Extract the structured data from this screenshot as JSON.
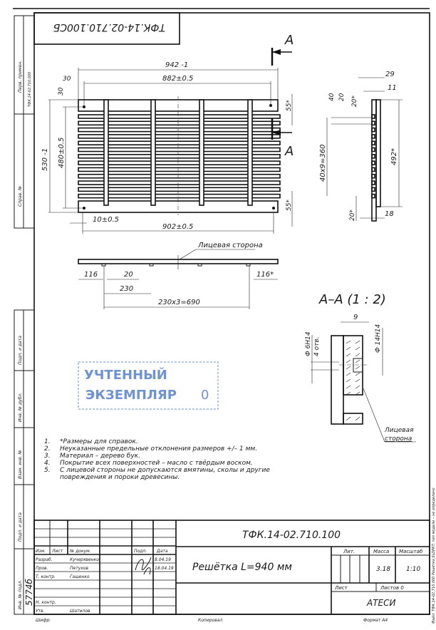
{
  "header_label": "ТФК.14-02.710.100СБ",
  "left_strip": {
    "perv_primen": "Перв. примен.",
    "perv_primen_value": "ТФК.14-02.710.000",
    "sprav_no": "Справ. №",
    "podp_data_1": "Подп. и дата",
    "inv_dubl": "Инв. № дубл.",
    "vzam_inv": "Взам. инв. №",
    "podp_data_2": "Подп. и дата",
    "inv_podl": "Инв. № подл.",
    "inv_podl_value": "5774б"
  },
  "views": {
    "section_mark": "А",
    "top": {
      "dim_overall_width": "942 -1",
      "dim_hole_span": "882±0.5",
      "dim_offset_x": "30",
      "dim_offset_y": "30",
      "dim_overall_height": "530 -1",
      "dim_hole_height": "480±0.5",
      "dim_board_top": "55*",
      "dim_board_bottom": "55*",
      "dim_edge": "10±0.5",
      "dim_bottom_span": "902±0.5"
    },
    "front": {
      "face_label": "Лицевая сторона",
      "dim_left": "116",
      "dim_lug": "20",
      "dim_pitch": "230",
      "dim_right": "116*",
      "dim_total": "230x3=690"
    },
    "side": {
      "dim_29": "29",
      "dim_11": "11",
      "dim_40": "40",
      "dim_20": "20",
      "dim_20s": "20*",
      "dim_pitch": "40x9=360",
      "dim_492": "492*",
      "dim_20_bottom": "20*",
      "dim_18": "18"
    },
    "section": {
      "title": "А–А  (1 : 2)",
      "dim_9": "9",
      "dim_hole_small": "Ф 6Н14",
      "dim_hole_count": "4 отв.",
      "dim_hole_large": "Ф 14Н14",
      "face_label_1": "Лицевая",
      "face_label_2": "сторона"
    }
  },
  "stamp": {
    "line1": "УЧТЕННЫЙ",
    "line2": "ЭКЗЕМПЛЯР",
    "number": "0",
    "color": "#4a78c8"
  },
  "notes": [
    {
      "num": "1.",
      "text": "*Размеры для справок."
    },
    {
      "num": "2.",
      "text": "Неуказанные предельные отклонения размеров +/– 1 мм."
    },
    {
      "num": "3.",
      "text": "Материал – дерево бук."
    },
    {
      "num": "4.",
      "text": "Покрытие всех поверхностей – масло с твёрдым воском."
    },
    {
      "num": "5.",
      "text": "С лицевой стороны не допускаются вмятины, сколы и другие"
    },
    {
      "num": "",
      "text": "повреждения и пороки древесины."
    }
  ],
  "title_block": {
    "designation": "ТФК.14-02.710.100",
    "name": "Решётка  L=940 мм",
    "col_izm": "Изм.",
    "col_list": "Лист",
    "col_dokum": "№ докум.",
    "col_podp": "Подп.",
    "col_data": "Дата",
    "razrab": "Разраб.",
    "razrab_name": "Кучерявенко",
    "razrab_date": "8.04.19",
    "prov": "Пров.",
    "prov_name": "Петухов",
    "prov_date": "18.04.19",
    "tkontr": "Т. контр.",
    "tkontr_name": "Гащенко",
    "nkontr": "Н. контр.",
    "utv": "Утв.",
    "utv_name": "Шатилов",
    "lit": "Лит.",
    "massa": "Масса",
    "masshtab": "Масштаб",
    "massa_value": "3.18",
    "masshtab_value": "1:10",
    "list": "Лист",
    "listov": "Листов 0",
    "org": "АТЕСИ",
    "shifr": "Шифр:",
    "kopiroval": "Копировал",
    "format": "Формат А4",
    "file_info": "Файл: ТФК.14-02.710.000 Решётка.SLDPRT; тип модели – не определено"
  }
}
